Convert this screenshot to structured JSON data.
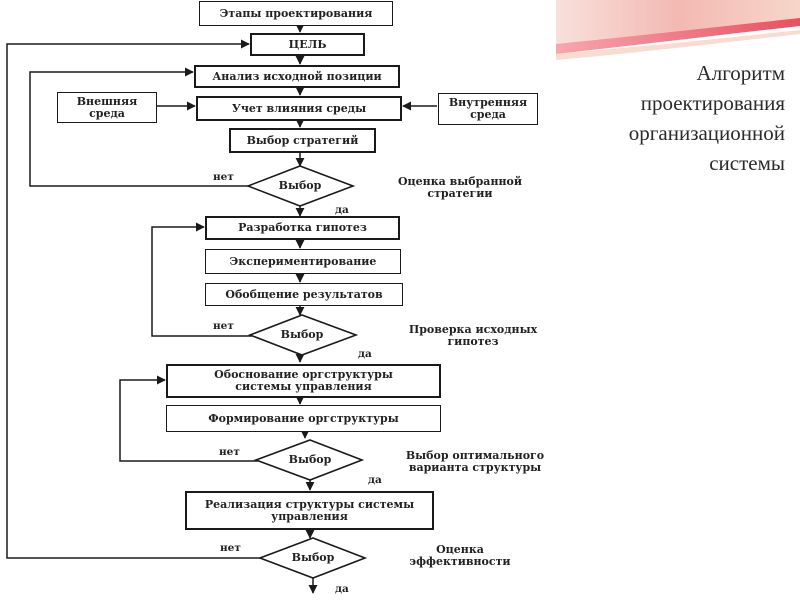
{
  "title": "Алгоритм проектирования организационной системы",
  "boxes": {
    "stages": "Этапы проектирования",
    "goal": "ЦЕЛЬ",
    "analysis": "Анализ исходной позиции",
    "environment": "Учет влияния среды",
    "external": "Внешняя среда",
    "internal": "Внутренняя среда",
    "strategy": "Выбор стратегий",
    "hypotheses": "Разработка гипотез",
    "experiment": "Экспериментирование",
    "generalization": "Обобщение результатов",
    "justification": "Обоснование оргструктуры системы управления",
    "formation": "Формирование оргструктуры",
    "implementation": "Реализация структуры системы управления"
  },
  "decisions": {
    "d1": "Выбор",
    "d2": "Выбор",
    "d3": "Выбор",
    "d4": "Выбор"
  },
  "labels": {
    "no": "нет",
    "yes": "да"
  },
  "notes": {
    "n1": "Оценка выбранной стратегии",
    "n2": "Проверка исходных гипотез",
    "n3": "Выбор оптимального варианта структуры",
    "n4": "Оценка эффективности"
  },
  "colors": {
    "line": "#1a1a1a",
    "swoosh_pink": "#f07a8a",
    "swoosh_light": "#f6c9c0"
  }
}
